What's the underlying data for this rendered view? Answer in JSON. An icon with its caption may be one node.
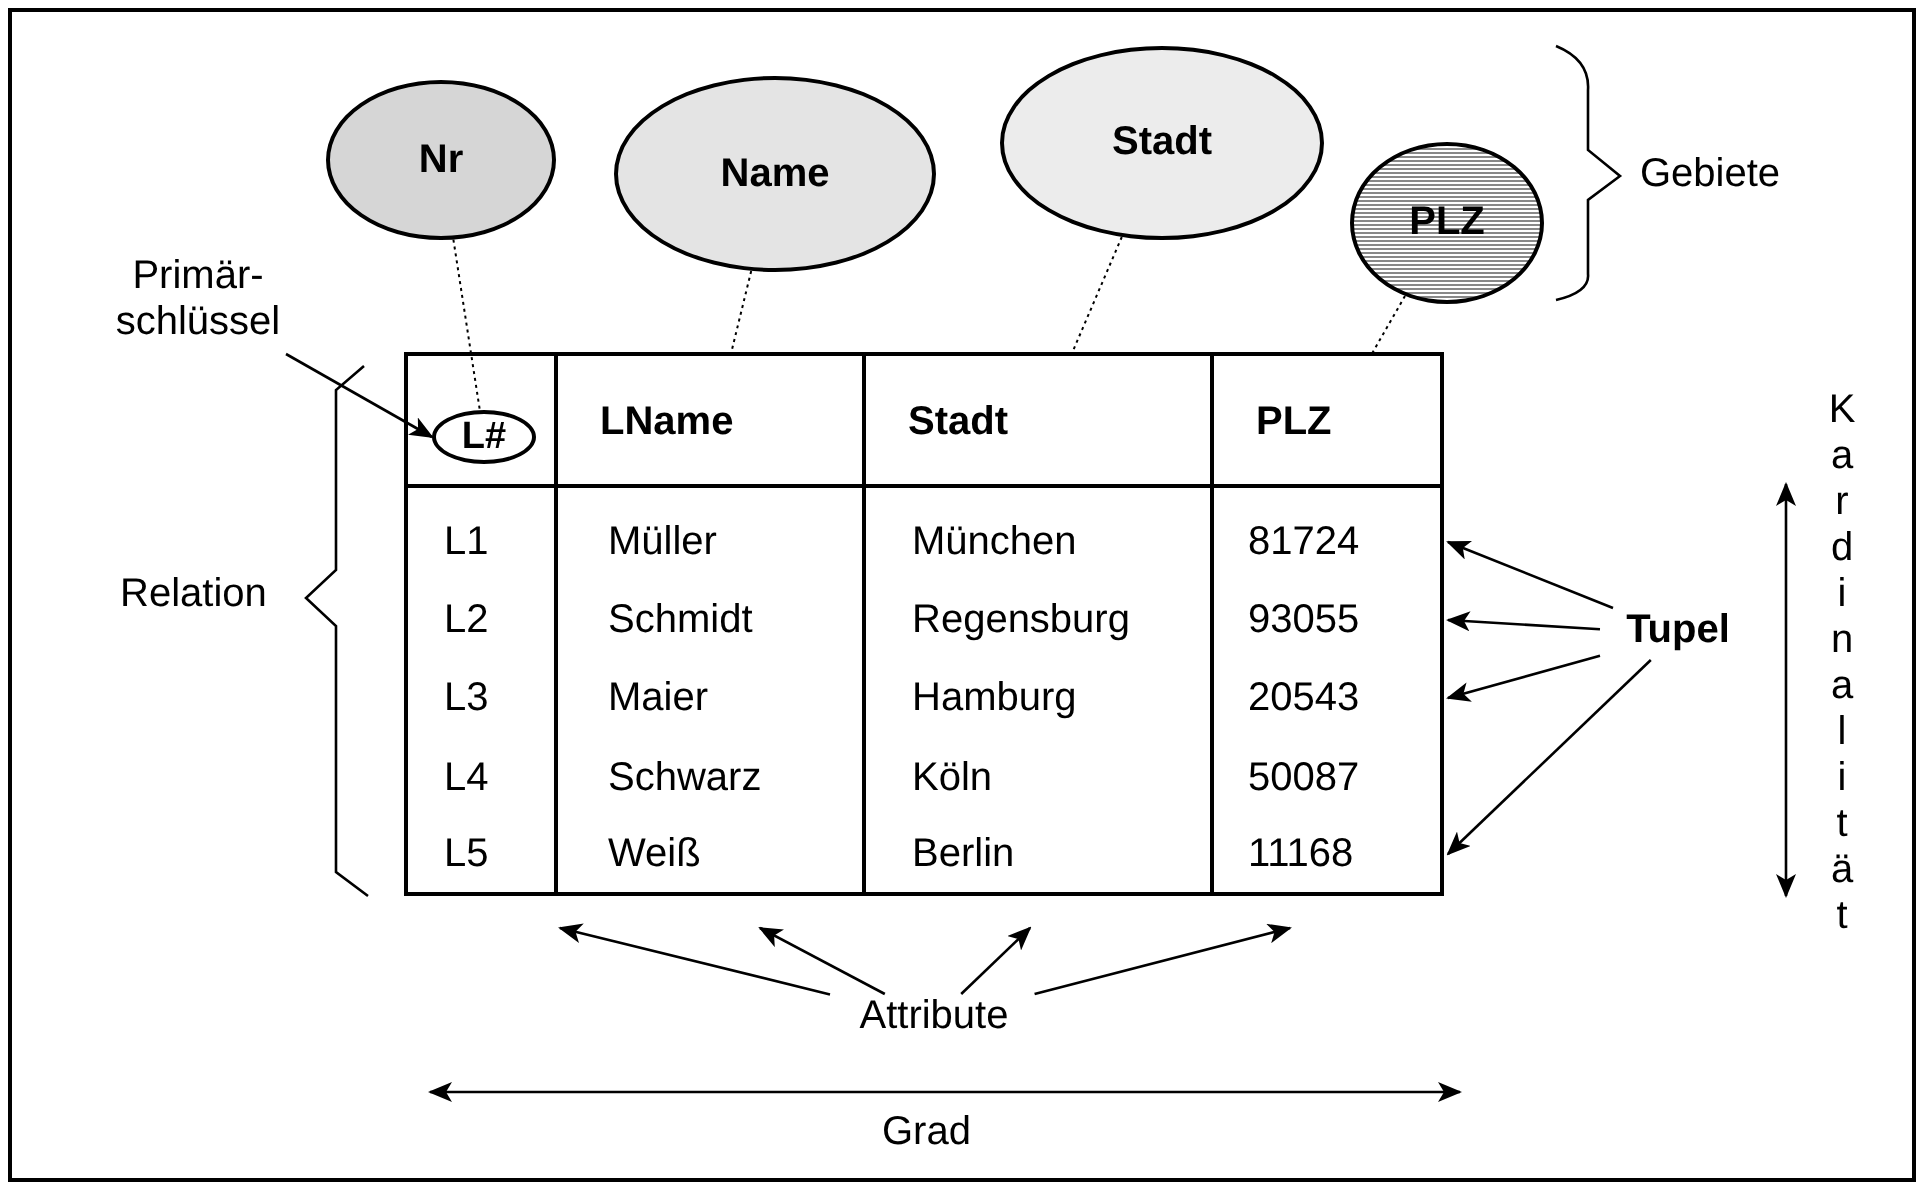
{
  "diagram": {
    "nodes": [
      {
        "text": [
          "Nr"
        ]
      },
      {
        "text": [
          "Name"
        ]
      },
      {
        "text": [
          "Stadt"
        ]
      },
      {
        "text": [
          "PLZ"
        ]
      },
      {
        "text": [
          "Primär- schlüssel"
        ]
      },
      {
        "text": [],
        "shape": "box"
      },
      {
        "text": [
          "L#"
        ],
        "in": 5
      },
      {
        "text": [
          "LName"
        ],
        "in": 5
      },
      {
        "text": [
          "Stadt"
        ],
        "in": 5
      },
      {
        "text": [
          "PLZ"
        ],
        "in": 5
      },
      {
        "text": [
          "L1",
          "Müller",
          "München",
          "81724"
        ],
        "in": 5
      },
      {
        "text": [
          "L2",
          "Schmidt",
          "Regensburg",
          "93055"
        ],
        "in": 5
      },
      {
        "text": [
          "L3",
          "Maier",
          "Hamburg",
          "20543"
        ],
        "in": 5
      },
      {
        "text": [
          "L4",
          "Schwarz",
          "Köln",
          "50087"
        ],
        "in": 5
      },
      {
        "text": [
          "L5",
          "Weiß",
          "Berlin",
          "11168"
        ],
        "in": 5
      },
      {
        "text": [
          "Tupel"
        ]
      },
      {
        "text": [
          "Attribute"
        ]
      }
    ],
    "edges": [
      {
        "from": 0,
        "to": 6,
        "arrow": "none",
        "style": "dashed"
      },
      {
        "from": 1,
        "to": 7,
        "arrow": "none",
        "style": "dashed"
      },
      {
        "from": 2,
        "to": 8,
        "arrow": "none",
        "style": "dashed"
      },
      {
        "from": 3,
        "to": 9,
        "arrow": "none",
        "style": "dashed"
      },
      {
        "from": 4,
        "to": 6,
        "arrow": "to"
      },
      {
        "from": 15,
        "to": 10,
        "arrow": "to"
      },
      {
        "from": 15,
        "to": 11,
        "arrow": "to"
      },
      {
        "from": 15,
        "to": 12,
        "arrow": "to"
      },
      {
        "from": 15,
        "to": 14,
        "arrow": "to"
      },
      {
        "from": 16,
        "to": 5,
        "arrow": "to"
      },
      {
        "from": 16,
        "to": 5,
        "arrow": "to"
      },
      {
        "from": 16,
        "to": 5,
        "arrow": "to"
      },
      {
        "from": 16,
        "to": 5,
        "arrow": "to"
      }
    ],
    "labels": [
      "Gebiete",
      "Relation",
      "Kardinalität",
      "Grad"
    ]
  }
}
